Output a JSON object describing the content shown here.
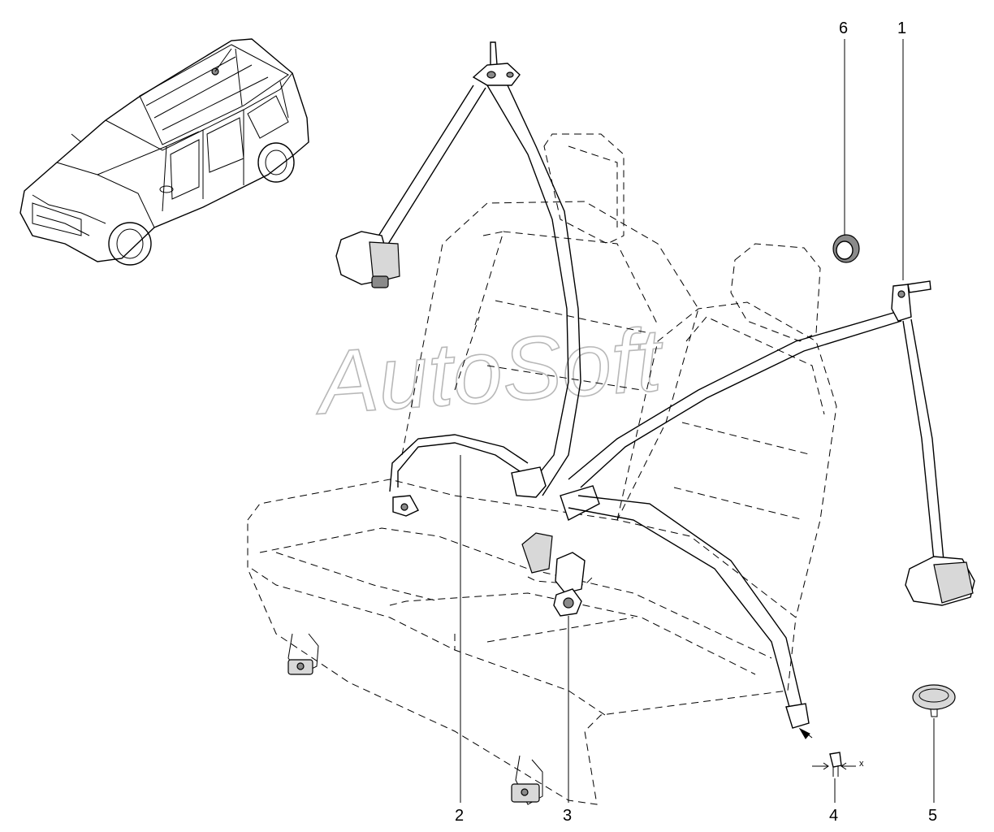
{
  "watermark": "AutoSoft",
  "callouts": [
    {
      "id": "1",
      "label": "1"
    },
    {
      "id": "2",
      "label": "2"
    },
    {
      "id": "3",
      "label": "3"
    },
    {
      "id": "4",
      "label": "4"
    },
    {
      "id": "5",
      "label": "5"
    },
    {
      "id": "6",
      "label": "6"
    }
  ],
  "marks": {
    "x_mark": "x"
  }
}
